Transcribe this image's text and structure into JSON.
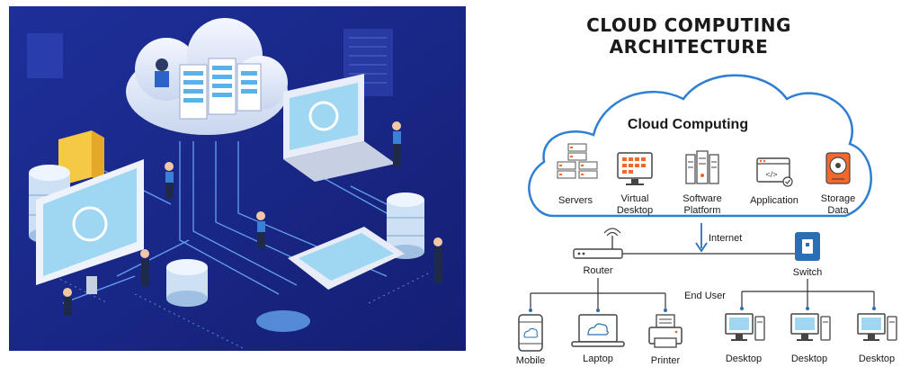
{
  "title": {
    "line1": "CLOUD COMPUTING",
    "line2": "ARCHITECTURE"
  },
  "cloud": {
    "label": "Cloud Computing",
    "services": [
      {
        "label1": "Servers",
        "label2": "",
        "icon": "server-rack-icon"
      },
      {
        "label1": "Virtual",
        "label2": "Desktop",
        "icon": "monitor-icon"
      },
      {
        "label1": "Software",
        "label2": "Platform",
        "icon": "software-platform-icon"
      },
      {
        "label1": "Application",
        "label2": "",
        "icon": "application-window-icon"
      },
      {
        "label1": "Storage",
        "label2": "Data",
        "icon": "hard-drive-icon"
      }
    ]
  },
  "network": {
    "internet_label": "Internet",
    "router_label": "Router",
    "switch_label": "Switch",
    "end_user_label": "End User"
  },
  "devices": {
    "mobile": "Mobile",
    "laptop": "Laptop",
    "printer": "Printer",
    "desktop1": "Desktop",
    "desktop2": "Desktop",
    "desktop3": "Desktop"
  },
  "colors": {
    "accent_blue": "#2a6fb5",
    "cloud_outline": "#2d7fd3",
    "illustration_bg": "#1a2a8c",
    "screen_light": "#9fd7f2",
    "orange": "#f4682c"
  }
}
